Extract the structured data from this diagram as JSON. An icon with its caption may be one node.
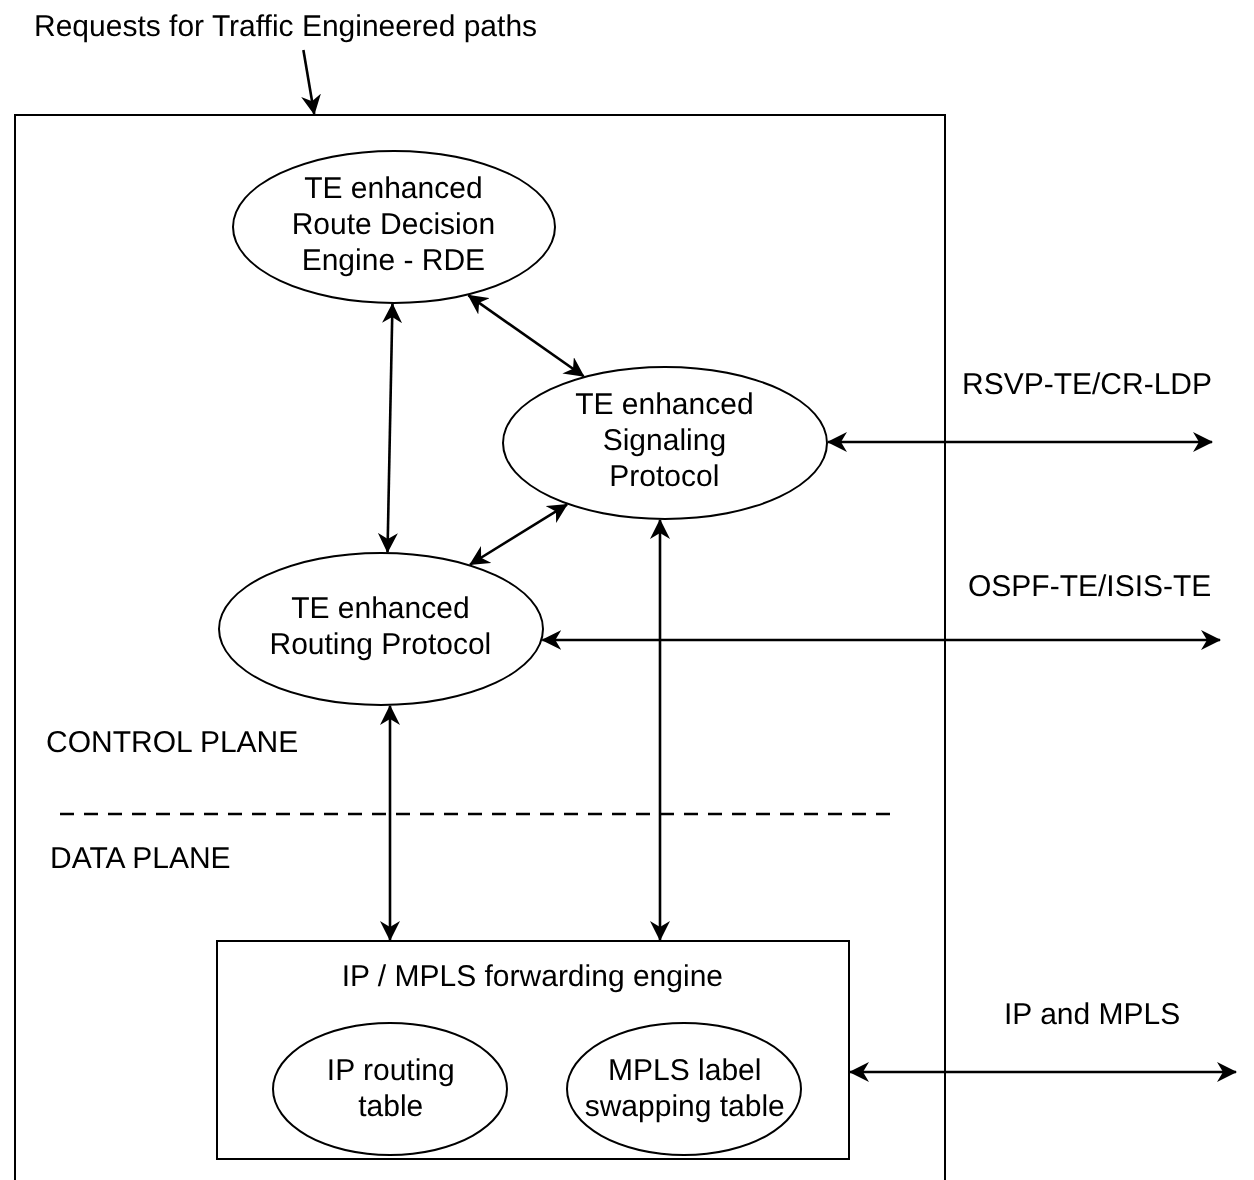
{
  "diagram": {
    "nodes": [
      {
        "text": [
          "Requests for Traffic Engineered paths"
        ]
      },
      {
        "text": [],
        "shape": "box"
      },
      {
        "text": [
          "TE enhanced Route Decision Engine - RDE"
        ],
        "in": 1
      },
      {
        "text": [
          "TE enhanced Signaling Protocol"
        ],
        "in": 1
      },
      {
        "text": [
          "TE enhanced Routing Protocol"
        ],
        "in": 1
      },
      {
        "text": [
          "IP / MPLS forwarding engine"
        ],
        "in": 1
      },
      {
        "text": [
          "IP routing table"
        ],
        "in": 5
      },
      {
        "text": [
          "MPLS label swapping table"
        ],
        "in": 5
      }
    ],
    "edges": [
      {
        "from": 0,
        "to": 1,
        "arrow": "to"
      },
      {
        "from": 2,
        "to": 3,
        "arrow": "both"
      },
      {
        "from": 2,
        "to": 4,
        "arrow": "both"
      },
      {
        "from": 4,
        "to": 3,
        "arrow": "both"
      },
      {
        "from": 4,
        "to": 5,
        "arrow": "both"
      },
      {
        "from": 3,
        "to": 5,
        "arrow": "both"
      },
      {
        "from": 3,
        "to": null,
        "arrow": "both",
        "label": "RSVP-TE/CR-LDP"
      },
      {
        "from": 4,
        "to": null,
        "arrow": "both",
        "label": "OSPF-TE/ISIS-TE"
      },
      {
        "from": 5,
        "to": null,
        "arrow": "both",
        "label": "IP and MPLS"
      }
    ],
    "labels": [
      "CONTROL PLANE",
      "DATA PLANE"
    ]
  }
}
